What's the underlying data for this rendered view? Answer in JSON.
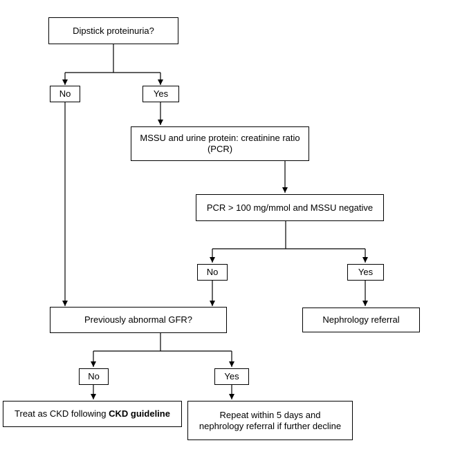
{
  "diagram": {
    "type": "flowchart",
    "colors": {
      "background": "#ffffff",
      "box_border": "#000000",
      "line": "#000000",
      "text": "#000000"
    }
  },
  "nodes": {
    "dipstick": {
      "label": "Dipstick proteinuria?"
    },
    "branch1": {
      "no": "No",
      "yes": "Yes"
    },
    "mssu": {
      "line1": "MSSU and urine protein: creatinine ratio",
      "line2": "(PCR)"
    },
    "pcr": {
      "label": "PCR > 100 mg/mmol and MSSU negative"
    },
    "branch2": {
      "no": "No",
      "yes": "Yes"
    },
    "referral": {
      "label": "Nephrology referral"
    },
    "gfr": {
      "label": "Previously abnormal GFR?"
    },
    "branch3": {
      "no": "No",
      "yes": "Yes"
    },
    "treat": {
      "prefix": "Treat as CKD following",
      "bold": "CKD guideline"
    },
    "repeat": {
      "line1": "Repeat within 5 days and",
      "line2": "nephrology referral if further decline"
    }
  }
}
